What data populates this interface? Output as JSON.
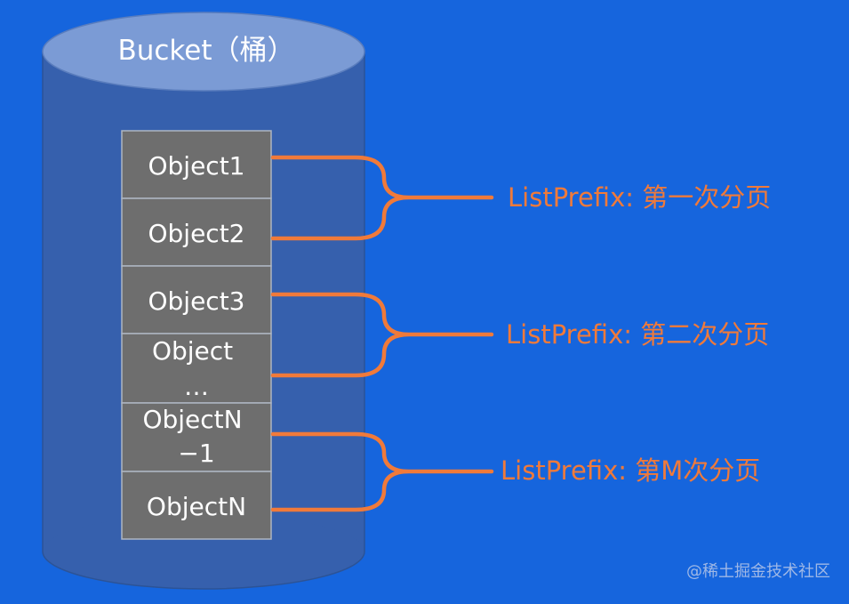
{
  "bucket": {
    "title": "Bucket（桶）",
    "objects": [
      {
        "label": "Object1"
      },
      {
        "label": "Object2"
      },
      {
        "label": "Object3",
        "group_break_after": false
      },
      {
        "label": "Object\n…"
      },
      {
        "label": "ObjectN\n−1"
      },
      {
        "label": "ObjectN"
      }
    ]
  },
  "pages": [
    {
      "label": "ListPrefix: 第一次分页"
    },
    {
      "label": "ListPrefix: 第二次分页"
    },
    {
      "label": "ListPrefix: 第M次分页"
    }
  ],
  "watermark": "@稀土掘金技术社区",
  "colors": {
    "background": "#1665dd",
    "cylinder_body": "#3660ad",
    "cylinder_top": "#7b9bd5",
    "object_fill": "#6e6e6e",
    "object_border": "#aeb6c2",
    "bracket": "#f07a3a",
    "page_label": "#f07a3a",
    "title_text": "#ffffff"
  }
}
